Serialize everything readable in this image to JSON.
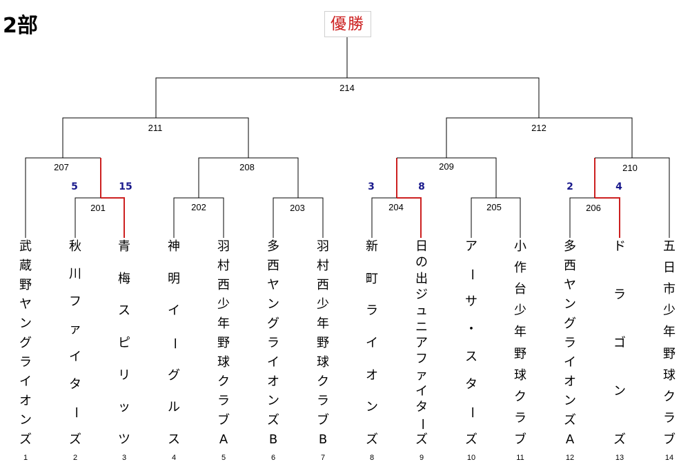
{
  "division_title": "2部",
  "champion_label": "優勝",
  "colors": {
    "line": "#000000",
    "winner_line": "#cc1f1f",
    "score": "#1a1a8c"
  },
  "matches": [
    {
      "id": "201",
      "left_score": "5",
      "right_score": "15"
    },
    {
      "id": "202"
    },
    {
      "id": "203"
    },
    {
      "id": "204",
      "left_score": "3",
      "right_score": "8"
    },
    {
      "id": "205"
    },
    {
      "id": "206",
      "left_score": "2",
      "right_score": "4"
    },
    {
      "id": "207"
    },
    {
      "id": "208"
    },
    {
      "id": "209"
    },
    {
      "id": "210"
    },
    {
      "id": "211"
    },
    {
      "id": "212"
    },
    {
      "id": "214"
    }
  ],
  "teams": [
    {
      "num": "1",
      "name": "武蔵野ヤングライオンズ"
    },
    {
      "num": "2",
      "name": "秋川ファイターズ"
    },
    {
      "num": "3",
      "name": "青梅スピリッツ"
    },
    {
      "num": "4",
      "name": "神明イーグルス"
    },
    {
      "num": "5",
      "name": "羽村西少年野球クラブA"
    },
    {
      "num": "6",
      "name": "多西ヤングライオンズB"
    },
    {
      "num": "7",
      "name": "羽村西少年野球クラブB"
    },
    {
      "num": "8",
      "name": "新町ライオンズ"
    },
    {
      "num": "9",
      "name": "日の出ジュニアファイターズ"
    },
    {
      "num": "10",
      "name": "アーサ・スターズ"
    },
    {
      "num": "11",
      "name": "小作台少年野球クラブ"
    },
    {
      "num": "12",
      "name": "多西ヤングライオンズA"
    },
    {
      "num": "13",
      "name": "ドラゴンズ"
    },
    {
      "num": "14",
      "name": "五日市少年野球クラブ"
    }
  ]
}
